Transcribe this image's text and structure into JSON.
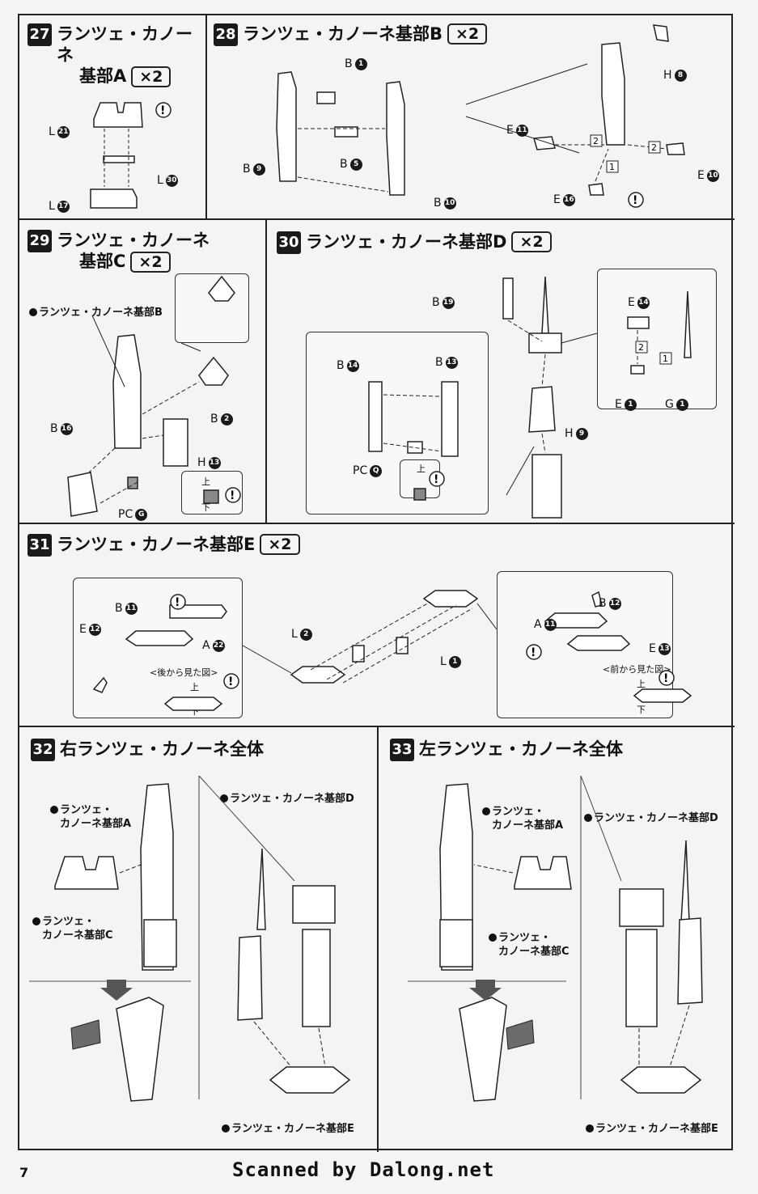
{
  "page_number": "7",
  "credit": "Scanned by Dalong.net",
  "steps": {
    "s27": {
      "num": "27",
      "title_1": "ランツェ・カノーネ",
      "title_2": "基部A",
      "qty": "×2",
      "labels": [
        {
          "t": "L",
          "n": "21"
        },
        {
          "t": "L",
          "n": "30"
        },
        {
          "t": "L",
          "n": "17"
        }
      ]
    },
    "s28": {
      "num": "28",
      "title": "ランツェ・カノーネ基部B",
      "qty": "×2",
      "labels": [
        {
          "t": "B",
          "n": "1"
        },
        {
          "t": "B",
          "n": "9"
        },
        {
          "t": "B",
          "n": "5"
        },
        {
          "t": "B",
          "n": "10"
        },
        {
          "t": "H",
          "n": "8"
        },
        {
          "t": "E",
          "n": "11"
        },
        {
          "t": "E",
          "n": "10"
        },
        {
          "t": "E",
          "n": "16"
        }
      ],
      "order_marks": [
        "1",
        "2",
        "2"
      ]
    },
    "s29": {
      "num": "29",
      "title_1": "ランツェ・カノーネ",
      "title_2": "基部C",
      "qty": "×2",
      "ref": "ランツェ・カノーネ基部B",
      "labels": [
        {
          "t": "B",
          "n": "2"
        },
        {
          "t": "B",
          "n": "16"
        },
        {
          "t": "H",
          "n": "13"
        },
        {
          "t": "PC",
          "n": "G"
        }
      ],
      "up": "上",
      "down": "下"
    },
    "s30": {
      "num": "30",
      "title": "ランツェ・カノーネ基部D",
      "qty": "×2",
      "labels": [
        {
          "t": "B",
          "n": "19"
        },
        {
          "t": "B",
          "n": "14"
        },
        {
          "t": "B",
          "n": "13"
        },
        {
          "t": "H",
          "n": "9"
        },
        {
          "t": "PC",
          "n": "Q"
        },
        {
          "t": "E",
          "n": "14"
        },
        {
          "t": "E",
          "n": "1"
        },
        {
          "t": "G",
          "n": "1"
        }
      ],
      "up": "上",
      "order_marks": [
        "1",
        "2"
      ]
    },
    "s31": {
      "num": "31",
      "title": "ランツェ・カノーネ基部E",
      "qty": "×2",
      "labels": [
        {
          "t": "B",
          "n": "11"
        },
        {
          "t": "E",
          "n": "12"
        },
        {
          "t": "A",
          "n": "22"
        },
        {
          "t": "L",
          "n": "2"
        },
        {
          "t": "L",
          "n": "1"
        },
        {
          "t": "A",
          "n": "11"
        },
        {
          "t": "B",
          "n": "12"
        },
        {
          "t": "E",
          "n": "13"
        }
      ],
      "back_view": "<後から見た図>",
      "front_view": "<前から見た図>",
      "up": "上",
      "down": "下"
    },
    "s32": {
      "num": "32",
      "title": "右ランツェ・カノーネ全体",
      "notes": {
        "a_1": "ランツェ・",
        "a_2": "カノーネ基部A",
        "c_1": "ランツェ・",
        "c_2": "カノーネ基部C",
        "d": "ランツェ・カノーネ基部D",
        "e": "ランツェ・カノーネ基部E"
      }
    },
    "s33": {
      "num": "33",
      "title": "左ランツェ・カノーネ全体",
      "notes": {
        "a_1": "ランツェ・",
        "a_2": "カノーネ基部A",
        "c_1": "ランツェ・",
        "c_2": "カノーネ基部C",
        "d": "ランツェ・カノーネ基部D",
        "e": "ランツェ・カノーネ基部E"
      }
    }
  }
}
